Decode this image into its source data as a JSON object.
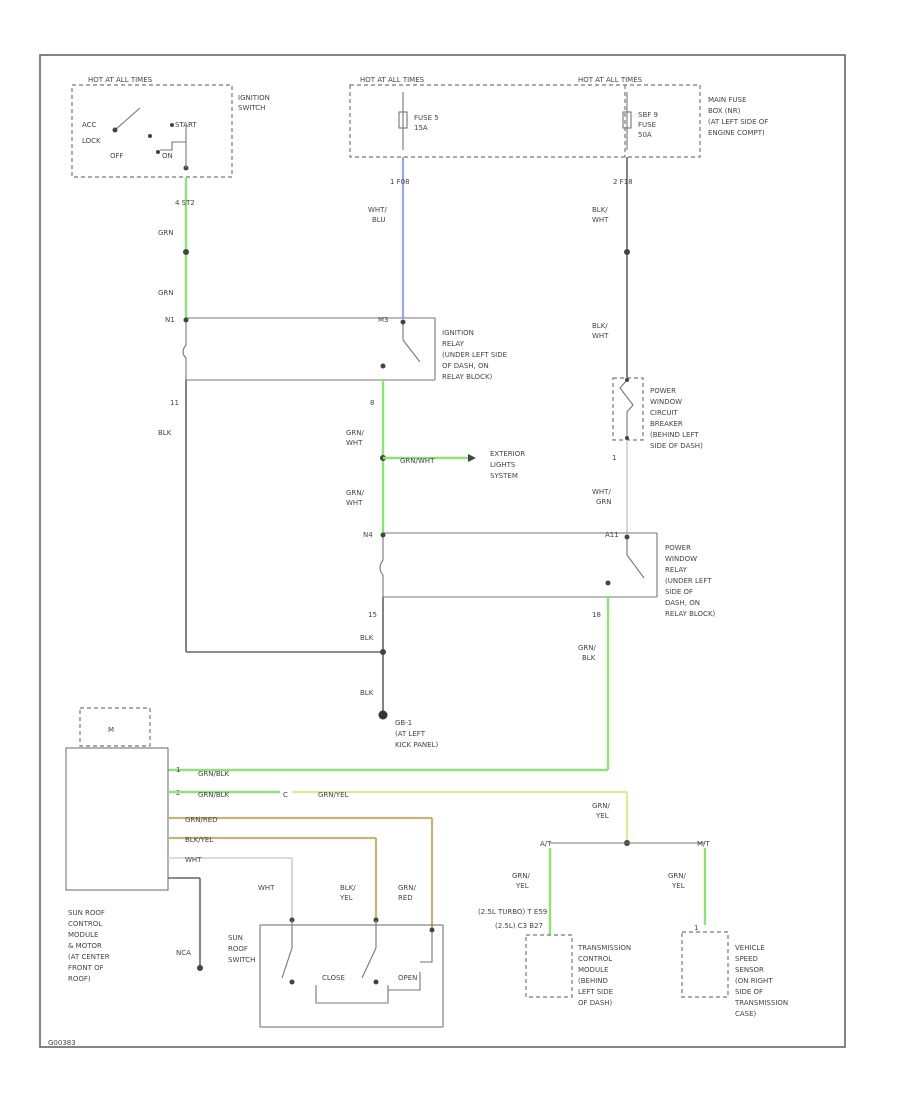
{
  "fuse_hot_ign": "HOT AT ALL TIMES",
  "fuse_hot_main_left": "HOT AT ALL TIMES",
  "fuse_hot_main_right": "HOT AT ALL TIMES",
  "ignition_switch": {
    "line1": "IGNITION",
    "line2": "SWITCH",
    "acc": "ACC",
    "lock": "LOCK",
    "off": "OFF",
    "start": "START",
    "on": "ON"
  },
  "fuse5": {
    "name": "FUSE 5",
    "amp": "15A"
  },
  "sbf9": {
    "name": "SBF 9",
    "type": "FUSE",
    "amp": "50A"
  },
  "main_fuse_box": [
    "MAIN FUSE",
    "BOX (NR)",
    "(AT LEFT SIDE OF",
    "ENGINE COMPT)"
  ],
  "conn_fuse5": "1  F08",
  "conn_sbf9": "2  F18",
  "ign_pin": "4  ST2",
  "wire_wht_blu": [
    "WHT/",
    "BLU"
  ],
  "wire_blk_wht_1": [
    "BLK/",
    "WHT"
  ],
  "wire_blk_wht_2": [
    "BLK/",
    "WHT"
  ],
  "wire_grn_1": "GRN",
  "wire_grn_2": "GRN",
  "ign_relay": [
    "IGNITION",
    "RELAY",
    "(UNDER LEFT SIDE",
    "OF DASH, ON",
    "RELAY BLOCK)"
  ],
  "ign_relay_pin_left": "N1",
  "ign_relay_pin_right": "M3",
  "pin_11": "11",
  "pin_8": "8",
  "wire_blk_1": "BLK",
  "wire_grn_wht_1": [
    "GRN/",
    "WHT"
  ],
  "wire_grn_wht_2": [
    "GRN/",
    "WHT"
  ],
  "branch_wire": "GRN/WHT",
  "exterior": [
    "EXTERIOR",
    "LIGHTS",
    "SYSTEM"
  ],
  "pw_breaker": [
    "POWER",
    "WINDOW",
    "CIRCUIT",
    "BREAKER",
    "(BEHIND LEFT",
    "SIDE OF DASH)"
  ],
  "breaker_pin": "1",
  "wire_wht_grn": [
    "WHT/",
    "GRN"
  ],
  "pw_relay": [
    "POWER",
    "WINDOW",
    "RELAY",
    "(UNDER LEFT",
    "SIDE OF",
    "DASH, ON",
    "RELAY BLOCK)"
  ],
  "pw_relay_pin_left": "N4",
  "pw_relay_pin_right": "A11",
  "pin_15": "15",
  "pin_18": "18",
  "wire_blk_2": "BLK",
  "wire_blk_3": "BLK",
  "wire_grn_blk": [
    "GRN/",
    "BLK"
  ],
  "ground": [
    "GB-1",
    "(AT LEFT",
    "KICK PANEL)"
  ],
  "motor_label": "M",
  "module": [
    "SUN ROOF",
    "CONTROL",
    "MODULE",
    "& MOTOR",
    "(AT CENTER",
    "FRONT OF",
    "ROOF)"
  ],
  "mod_pin_1": "1",
  "mod_pin_2": "2",
  "wire_grn_blk_2": "GRN/BLK",
  "wire_grn_blk_3": "GRN/BLK",
  "wire_grn_yel": "GRN/YEL",
  "conn_c": "C",
  "wire_grn_red": "GRN/RED",
  "wire_blk_yel": "BLK/YEL",
  "wire_wht": "WHT",
  "wire_wht_2": "WHT",
  "wire_blk_yel_2": [
    "BLK/",
    "YEL"
  ],
  "wire_grn_red_2": [
    "GRN/",
    "RED"
  ],
  "nca": "NCA",
  "sunroof_switch": [
    "SUN",
    "ROOF",
    "SWITCH"
  ],
  "close": "CLOSE",
  "open": "OPEN",
  "wire_grn_yel_2": [
    "GRN/",
    "YEL"
  ],
  "wire_grn_yel_3": [
    "GRN/",
    "YEL"
  ],
  "wire_grn_yel_4": [
    "GRN/",
    "YEL"
  ],
  "splice_left": "A/T",
  "splice_right": "M/T",
  "turbo_note_1": "(2.5L TURBO)   T E59",
  "turbo_note_2": "(2.5L)  C3  B27",
  "tcm": [
    "TRANSMISSION",
    "CONTROL",
    "MODULE",
    "(BEHIND",
    "LEFT SIDE",
    "OF DASH)"
  ],
  "vss": [
    "VEHICLE",
    "SPEED",
    "SENSOR",
    "(ON RIGHT",
    "SIDE OF",
    "TRANSMISSION",
    "CASE)"
  ],
  "vss_pin": "1",
  "footer_id": "G00383"
}
